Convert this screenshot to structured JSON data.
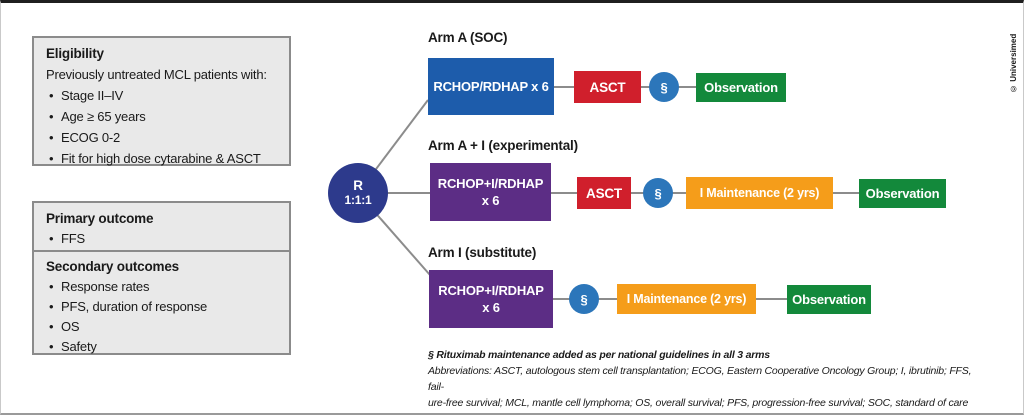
{
  "meta": {
    "credit": "© Universimed"
  },
  "eligibility": {
    "title": "Eligibility",
    "intro": "Previously untreated MCL patients with:",
    "bullets": [
      "Stage II–IV",
      "Age ≥ 65 years",
      "ECOG 0-2",
      "Fit for high dose cytarabine & ASCT"
    ]
  },
  "outcomes": {
    "primary": {
      "title": "Primary outcome",
      "bullets": [
        "FFS"
      ]
    },
    "secondary": {
      "title": "Secondary outcomes",
      "bullets": [
        "Response rates",
        "PFS, duration of response",
        "OS",
        "Safety"
      ]
    }
  },
  "randomization": {
    "label": "R",
    "ratio": "1:1:1"
  },
  "arms": [
    {
      "label": "Arm A (SOC)",
      "induction_line1": "RCHOP/RDHAP x 6",
      "asct": "ASCT",
      "section_mark": "§",
      "observation": "Observation"
    },
    {
      "label": "Arm A + I (experimental)",
      "induction_line1": "RCHOP+I/RDHAP",
      "induction_line2": "x 6",
      "asct": "ASCT",
      "section_mark": "§",
      "maintenance": "I Maintenance (2 yrs)",
      "observation": "Observation"
    },
    {
      "label": "Arm I (substitute)",
      "induction_line1": "RCHOP+I/RDHAP",
      "induction_line2": "x 6",
      "section_mark": "§",
      "maintenance": "I Maintenance (2 yrs)",
      "observation": "Observation"
    }
  ],
  "footnotes": {
    "section_note": "§ Rituximab maintenance added as per national guidelines in all 3 arms",
    "abbreviations_line1": "Abbreviations: ASCT, autologous stem cell transplantation; ECOG, Eastern Cooperative Oncology Group; I, ibrutinib; FFS, fail-",
    "abbreviations_line2": "ure-free survival; MCL, mantle cell lymphoma; OS, overall survival; PFS, progression-free survival; SOC, standard of care"
  },
  "colors": {
    "soc_blue": "#1d5cab",
    "experimental_purple": "#5c2d85",
    "asct_red": "#d01f2c",
    "maintenance_orange": "#f59d1a",
    "observation_green": "#13893b",
    "randomization_navy": "#2d3a8c",
    "section_mark_blue": "#2c76ba",
    "panel_gray": "#e9e9e9",
    "connector_gray": "#8c8c8c"
  }
}
